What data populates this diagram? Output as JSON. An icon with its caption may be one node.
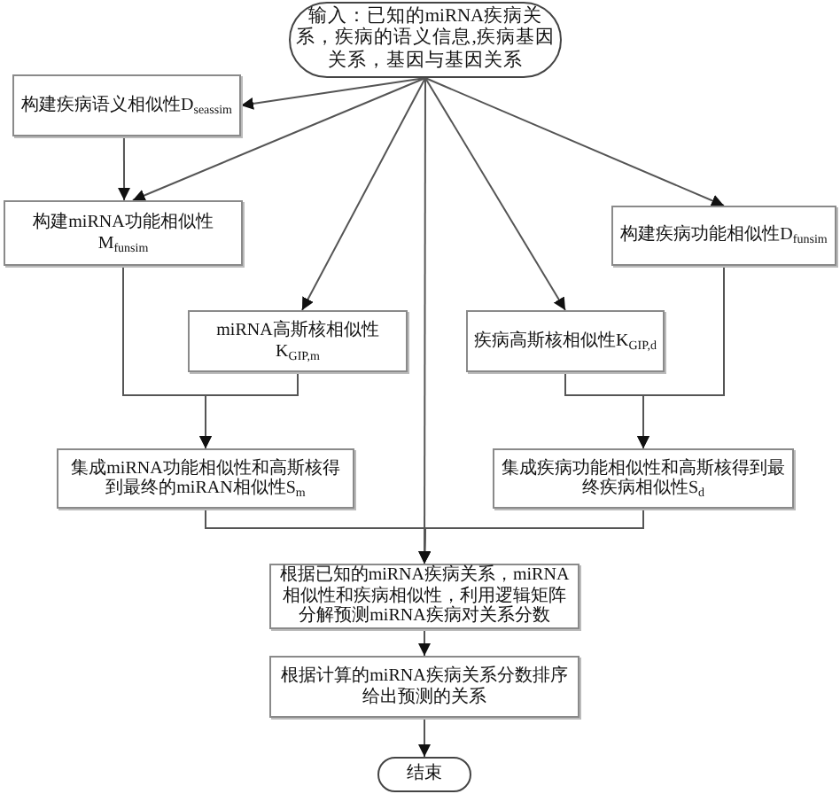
{
  "diagram": {
    "nodes": [
      {
        "text": [
          "输入：已知的miRNA疾病关系，疾病的语义信息,疾病基因关系，基因与基因关系"
        ]
      },
      {
        "text": [
          "构建疾病语义相似性D$_{seassim}$"
        ]
      },
      {
        "text": [
          "构建miRNA功能相似性M$_{funsim}$"
        ]
      },
      {
        "text": [
          "构建疾病功能相似性D$_{funsim}$"
        ]
      },
      {
        "text": [
          "miRNA高斯核相似性K$_{GIP,m}$"
        ]
      },
      {
        "text": [
          "疾病高斯核相似性K$_{GIP,d}$"
        ]
      },
      {
        "text": [
          "集成miRNA功能相似性和高斯核得到最终的miRAN相似性S$_{m}$"
        ]
      },
      {
        "text": [
          "集成疾病功能相似性和高斯核得到最终疾病相似性S$_{d}$"
        ]
      },
      {
        "text": [
          "根据已知的miRNA疾病关系，miRNA相似性和疾病相似性，利用逻辑矩阵分解预测miRNA疾病对关系分数"
        ]
      },
      {
        "text": [
          "根据计算的miRNA疾病关系分数排序给出预测的关系"
        ]
      },
      {
        "text": [
          "结束"
        ]
      }
    ],
    "edges": [
      {
        "from": 0,
        "to": 1,
        "arrow": "to"
      },
      {
        "from": 0,
        "to": 2,
        "arrow": "to"
      },
      {
        "from": 0,
        "to": 3,
        "arrow": "to"
      },
      {
        "from": 0,
        "to": 4,
        "arrow": "to"
      },
      {
        "from": 0,
        "to": 5,
        "arrow": "to"
      },
      {
        "from": 0,
        "to": 8,
        "arrow": "to"
      },
      {
        "from": 1,
        "to": 2,
        "arrow": "to"
      },
      {
        "from": 2,
        "to": 6,
        "arrow": "to"
      },
      {
        "from": 4,
        "to": 6,
        "arrow": "to"
      },
      {
        "from": 3,
        "to": 7,
        "arrow": "to"
      },
      {
        "from": 5,
        "to": 7,
        "arrow": "to"
      },
      {
        "from": 6,
        "to": 8,
        "arrow": "to"
      },
      {
        "from": 7,
        "to": 8,
        "arrow": "to"
      },
      {
        "from": 8,
        "to": 9,
        "arrow": "to"
      },
      {
        "from": 9,
        "to": 10,
        "arrow": "to"
      }
    ]
  }
}
